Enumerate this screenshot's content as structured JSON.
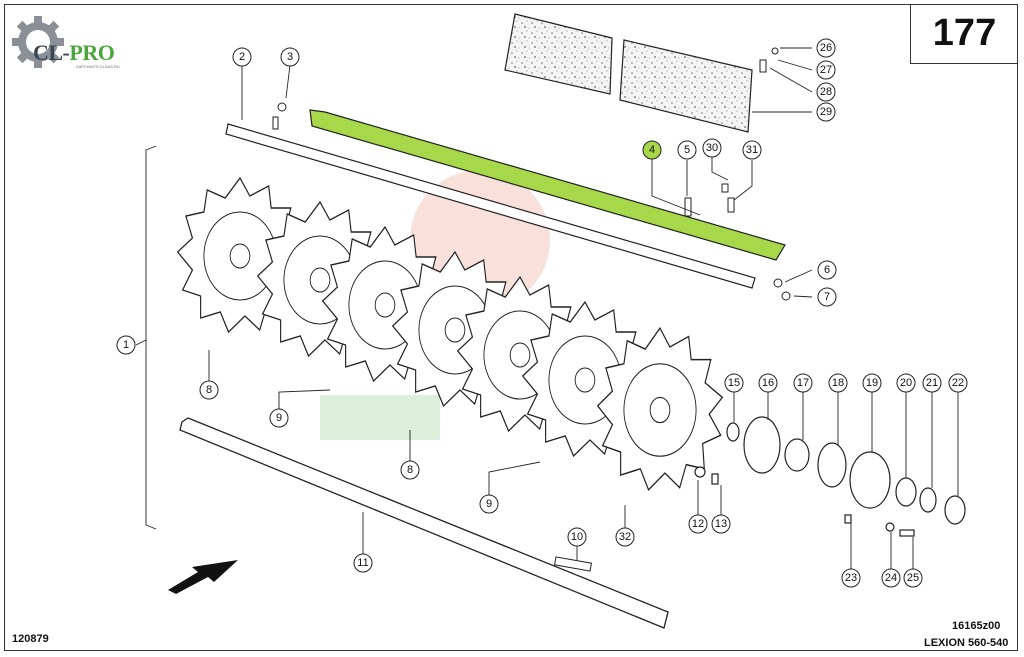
{
  "page": {
    "number": "177",
    "left_code": "120879",
    "drawing_code": "16165z00",
    "model": "LEXION 560-540"
  },
  "logo": {
    "cl": "CL-",
    "pro": "PRO",
    "sub": "ZAPCHASTI-CLAAS.RU"
  },
  "colors": {
    "highlight": "#a6d84a",
    "logo_green": "#4aa63a",
    "logo_gray": "#3a4650"
  },
  "callouts": [
    {
      "id": "c1",
      "label": "1"
    },
    {
      "id": "c2",
      "label": "2"
    },
    {
      "id": "c3",
      "label": "3"
    },
    {
      "id": "c4",
      "label": "4",
      "highlight": true
    },
    {
      "id": "c5",
      "label": "5"
    },
    {
      "id": "c6",
      "label": "6"
    },
    {
      "id": "c7",
      "label": "7"
    },
    {
      "id": "c8a",
      "label": "8"
    },
    {
      "id": "c8b",
      "label": "8"
    },
    {
      "id": "c9a",
      "label": "9"
    },
    {
      "id": "c9b",
      "label": "9"
    },
    {
      "id": "c10",
      "label": "10"
    },
    {
      "id": "c11",
      "label": "11"
    },
    {
      "id": "c12",
      "label": "12"
    },
    {
      "id": "c13",
      "label": "13"
    },
    {
      "id": "c15",
      "label": "15"
    },
    {
      "id": "c16",
      "label": "16"
    },
    {
      "id": "c17",
      "label": "17"
    },
    {
      "id": "c18",
      "label": "18"
    },
    {
      "id": "c19",
      "label": "19"
    },
    {
      "id": "c20",
      "label": "20"
    },
    {
      "id": "c21",
      "label": "21"
    },
    {
      "id": "c22",
      "label": "22"
    },
    {
      "id": "c23",
      "label": "23"
    },
    {
      "id": "c24",
      "label": "24"
    },
    {
      "id": "c25",
      "label": "25"
    },
    {
      "id": "c26",
      "label": "26"
    },
    {
      "id": "c27",
      "label": "27"
    },
    {
      "id": "c28",
      "label": "28"
    },
    {
      "id": "c29",
      "label": "29"
    },
    {
      "id": "c30",
      "label": "30"
    },
    {
      "id": "c31",
      "label": "31"
    },
    {
      "id": "c32",
      "label": "32"
    }
  ]
}
